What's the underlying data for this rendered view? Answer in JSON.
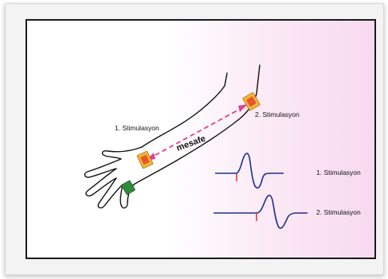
{
  "labels": {
    "stim1_arm": "1. Stimulasyon",
    "stim2_arm": "2. Stimulasyon",
    "distance": "mesafe",
    "wave1": "1. Stimulasyon",
    "wave2": "2. Stimulasyon"
  },
  "colors": {
    "outline": "#111111",
    "distance_arrow": "#e0408f",
    "waveform": "#1c2f8c",
    "stim_marker": "#e53935",
    "electrode_fill": "#f4b43a",
    "electrode_core": "#e8572a",
    "recording_electrode": "#2e8b3a"
  }
}
